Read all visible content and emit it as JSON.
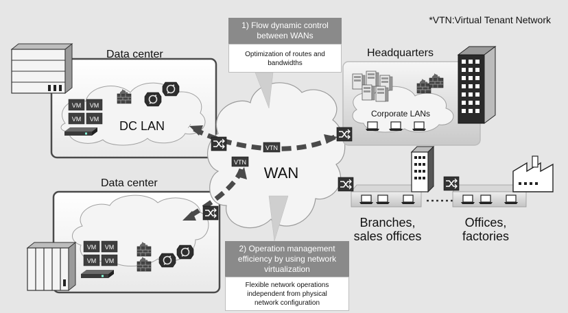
{
  "note": "*VTN:Virtual Tenant Network",
  "sites": {
    "datacenter_top": "Data center",
    "datacenter_bottom": "Data center",
    "headquarters": "Headquarters",
    "branches": "Branches,\nsales offices",
    "offices": "Offices,\nfactories"
  },
  "labels": {
    "dc_lan": "DC LAN",
    "corporate_lans": "Corporate LANs",
    "wan": "WAN",
    "vtn": "VTN",
    "vm": "VM"
  },
  "callouts": {
    "flow_control": {
      "heading": "1) Flow dynamic control\nbetween WANs",
      "body": "Optimization of routes and\nbandwidths"
    },
    "operation_management": {
      "heading": "2) Operation management\nefficiency by using network\nvirtualization",
      "body": "Flexible network operations\nindependent from physical\nnetwork configuration"
    }
  },
  "colors": {
    "background": "#e6e6e6",
    "cloud": "#f4f4f4",
    "arrow": "#4a4a4a",
    "callout_heading": "#8a8a8a",
    "switch": "#333333"
  }
}
